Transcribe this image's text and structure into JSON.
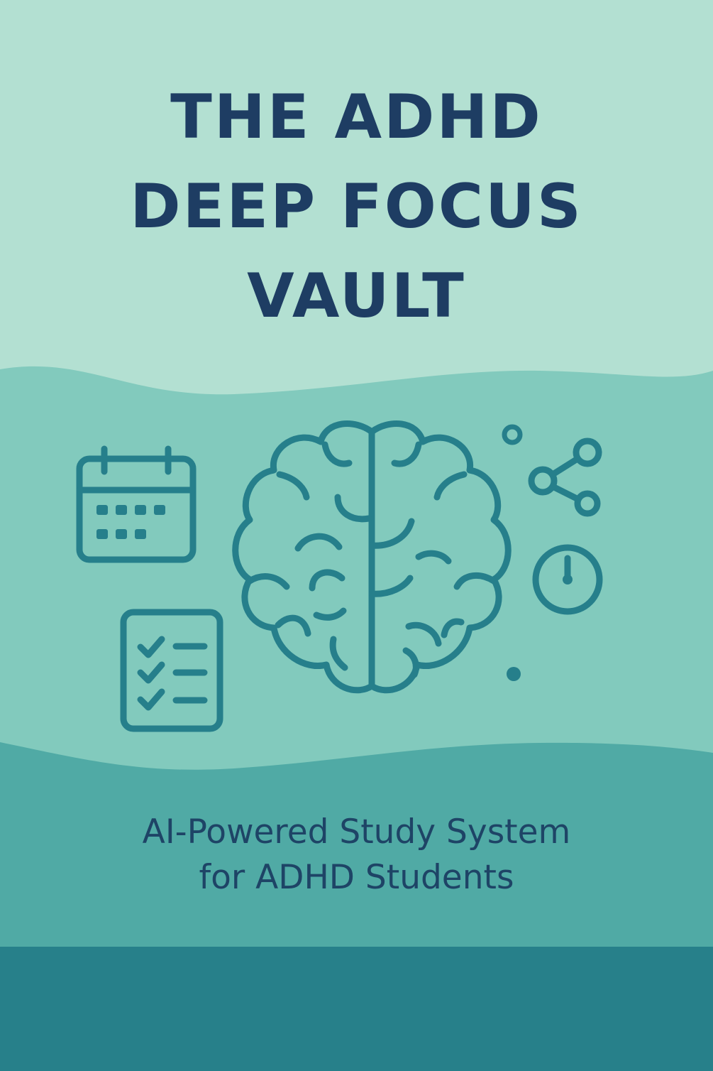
{
  "cover": {
    "title_lines": [
      "THE ADHD",
      "DEEP FOCUS",
      "VAULT"
    ],
    "subtitle_lines": [
      "AI-Powered Study System",
      "for ADHD Students"
    ]
  },
  "colors": {
    "top_band": "#b3e0d2",
    "middle_band": "#82cabd",
    "lower_band": "#50aaa5",
    "bottom_band": "#27808a",
    "title_text": "#1e3d63",
    "icon_stroke": "#267f8b",
    "subtitle_text": "#1e4466"
  },
  "icons": [
    "calendar-icon",
    "checklist-icon",
    "brain-icon",
    "share-icon",
    "timer-icon",
    "decorative-dot-icon"
  ]
}
